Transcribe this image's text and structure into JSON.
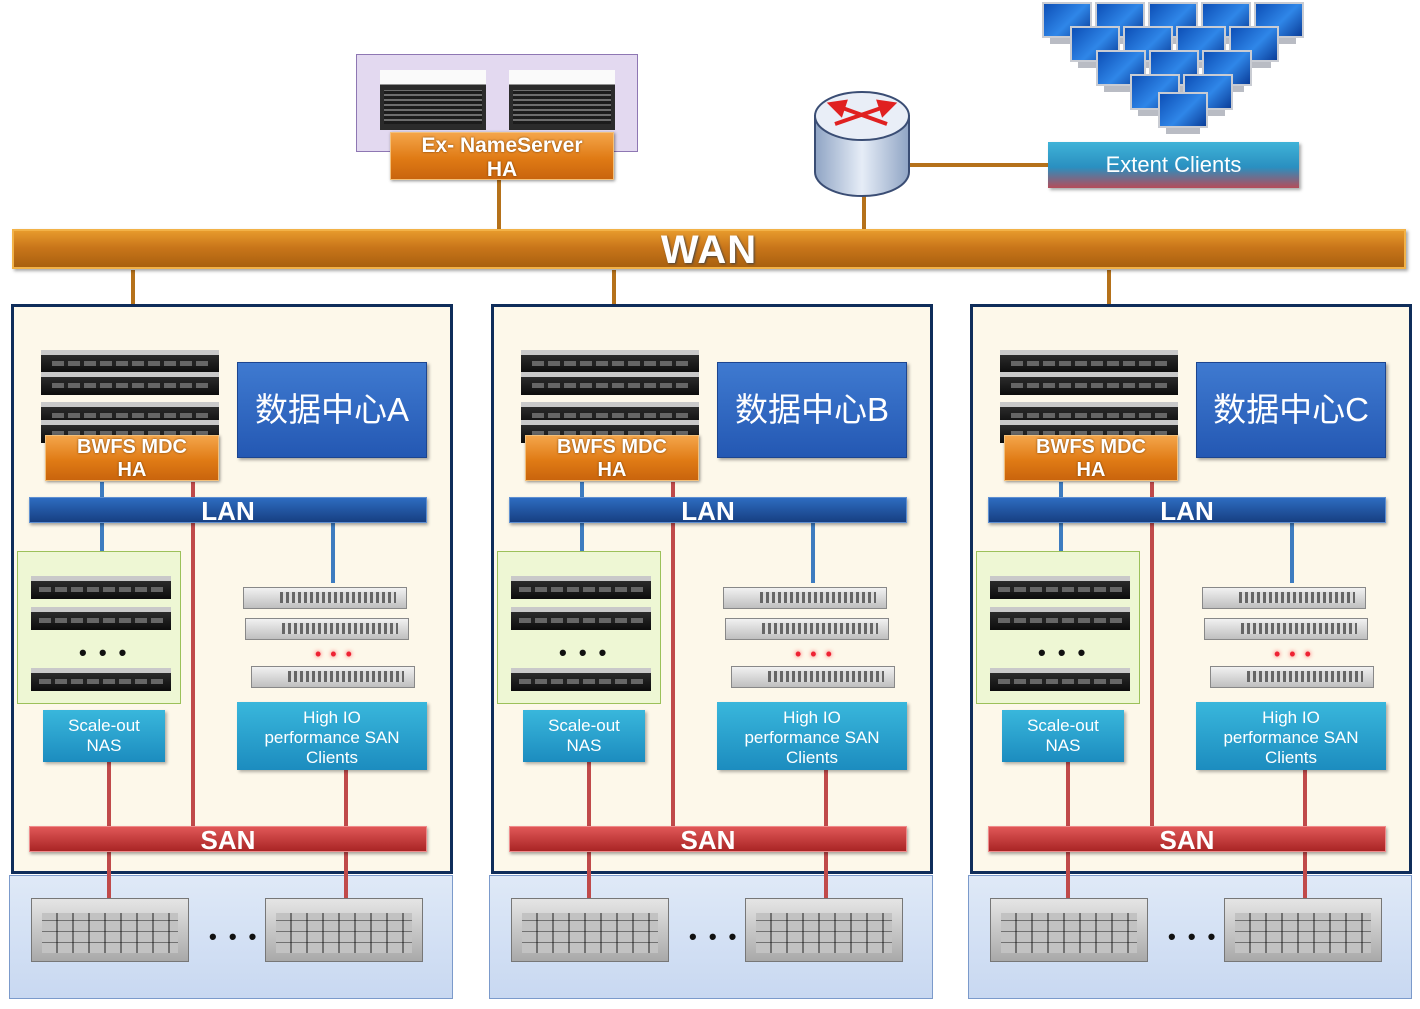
{
  "wan": {
    "label": "WAN"
  },
  "nameserver": {
    "label_line1": "Ex- NameServer",
    "label_line2": "HA"
  },
  "clients": {
    "label": "Extent  Clients"
  },
  "datacenters": [
    {
      "title": "数据中心A",
      "mdc_line1": "BWFS MDC",
      "mdc_line2": "HA",
      "lan": "LAN",
      "san": "SAN",
      "nas_line1": "Scale-out",
      "nas_line2": "NAS",
      "sanc_line1": "High IO",
      "sanc_line2": "performance SAN",
      "sanc_line3": "Clients",
      "nas_dots": "• • •",
      "server_dots": "• • •",
      "storage_dots": "• • •"
    },
    {
      "title": "数据中心B",
      "mdc_line1": "BWFS MDC",
      "mdc_line2": "HA",
      "lan": "LAN",
      "san": "SAN",
      "nas_line1": "Scale-out",
      "nas_line2": "NAS",
      "sanc_line1": "High IO",
      "sanc_line2": "performance SAN",
      "sanc_line3": "Clients",
      "nas_dots": "• • •",
      "server_dots": "• • •",
      "storage_dots": "• • •"
    },
    {
      "title": "数据中心C",
      "mdc_line1": "BWFS MDC",
      "mdc_line2": "HA",
      "lan": "LAN",
      "san": "SAN",
      "nas_line1": "Scale-out",
      "nas_line2": "NAS",
      "sanc_line1": "High IO",
      "sanc_line2": "performance SAN",
      "sanc_line3": "Clients",
      "nas_dots": "• • •",
      "server_dots": "• • •",
      "storage_dots": "• • •"
    }
  ],
  "colors": {
    "wan": "#c9761a",
    "lan": "#1f4f9c",
    "san": "#c43434",
    "dc_title": "#2a5fba"
  }
}
